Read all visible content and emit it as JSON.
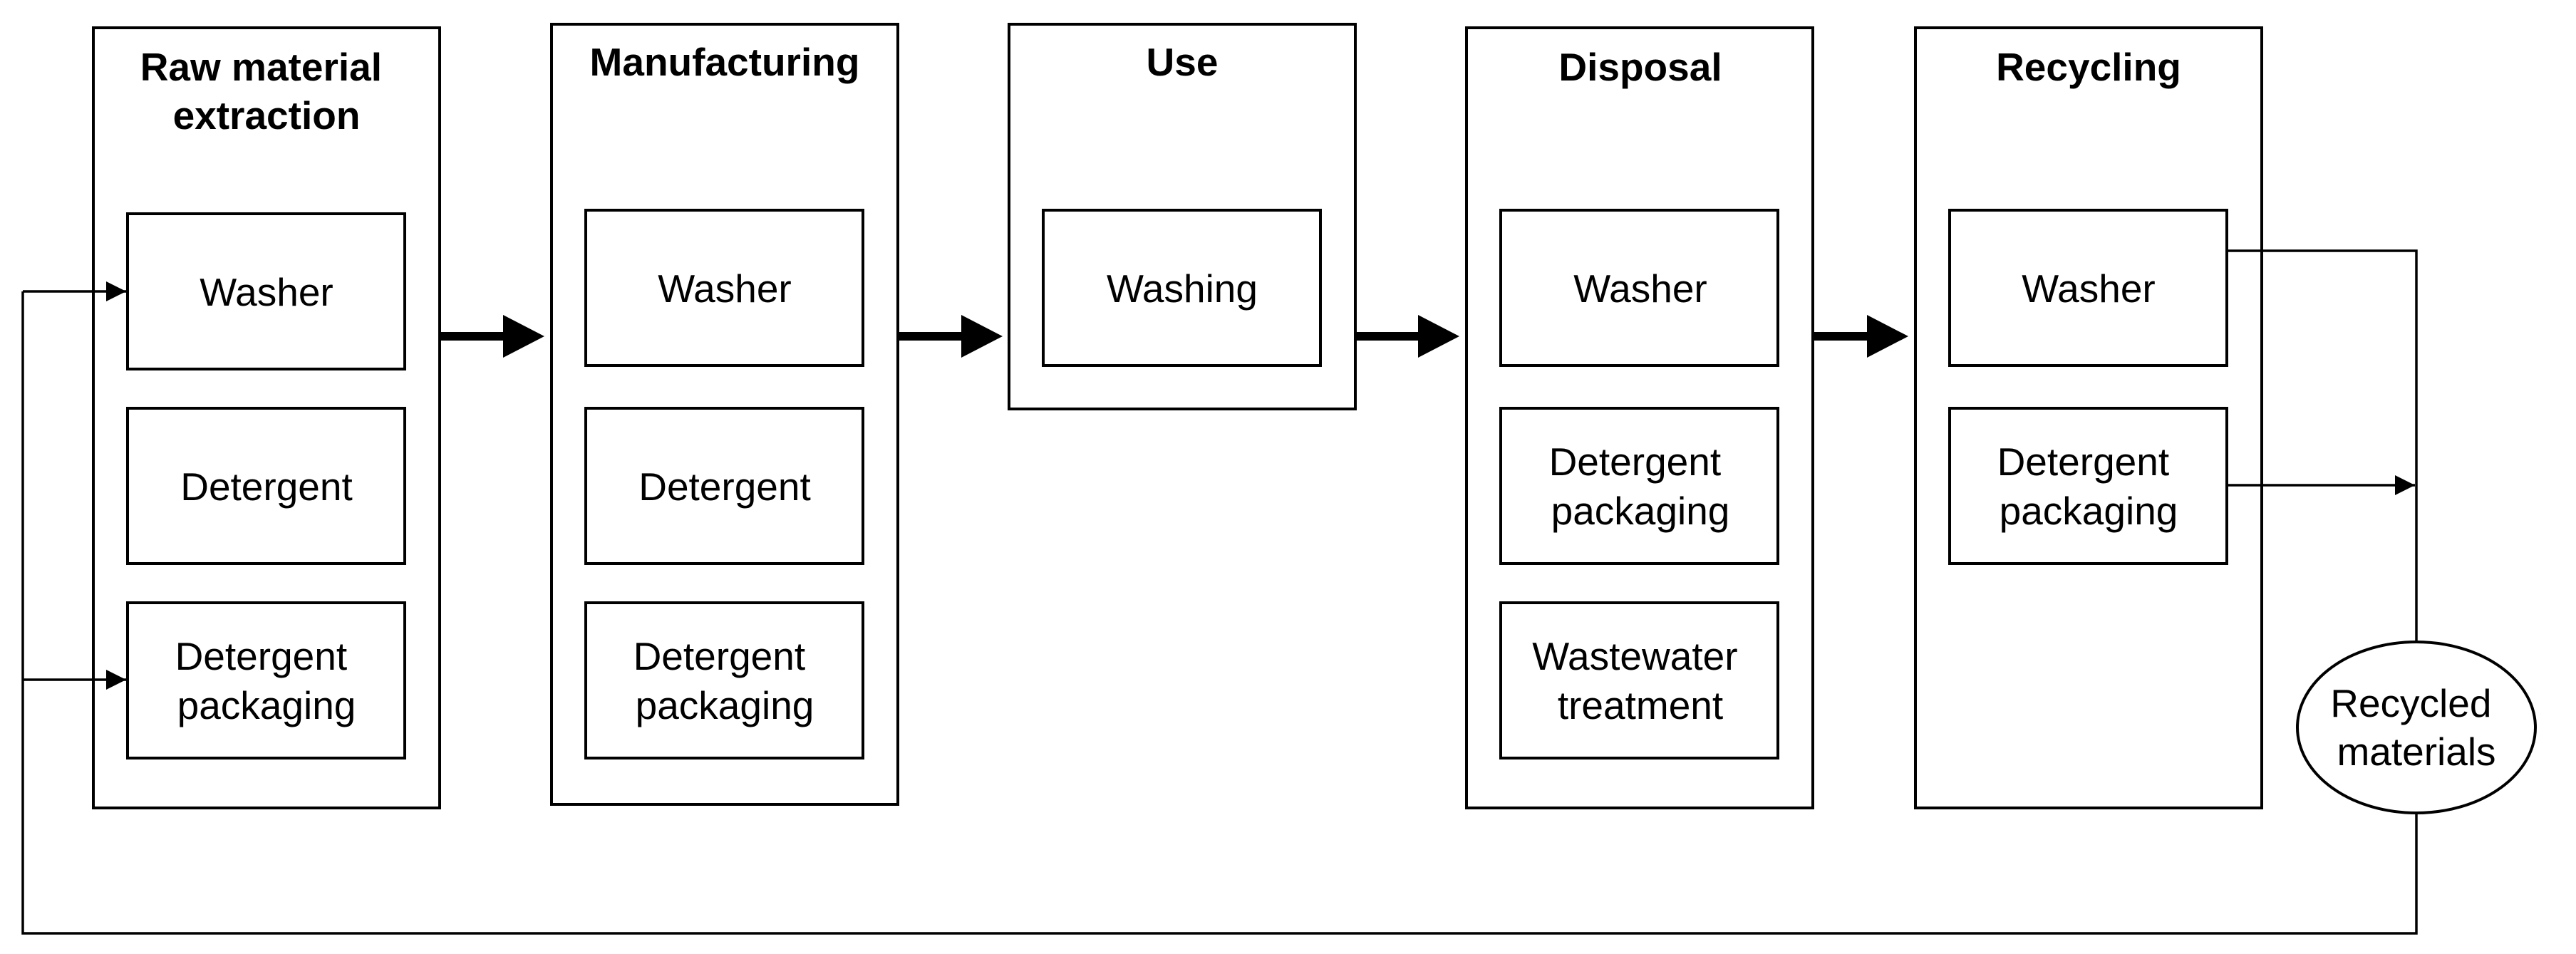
{
  "stages": [
    {
      "title_lines": [
        "Raw material",
        "extraction"
      ],
      "items": [
        [
          "Washer"
        ],
        [
          "Detergent"
        ],
        [
          "Detergent",
          "packaging"
        ]
      ]
    },
    {
      "title_lines": [
        "Manufacturing"
      ],
      "items": [
        [
          "Washer"
        ],
        [
          "Detergent"
        ],
        [
          "Detergent",
          "packaging"
        ]
      ]
    },
    {
      "title_lines": [
        "Use"
      ],
      "items": [
        [
          "Washing"
        ]
      ]
    },
    {
      "title_lines": [
        "Disposal"
      ],
      "items": [
        [
          "Washer"
        ],
        [
          "Detergent",
          "packaging"
        ],
        [
          "Wastewater",
          "treatment"
        ]
      ]
    },
    {
      "title_lines": [
        "Recycling"
      ],
      "items": [
        [
          "Washer"
        ],
        [
          "Detergent",
          "packaging"
        ]
      ]
    }
  ],
  "recycled": {
    "lines": [
      "Recycled",
      "materials"
    ]
  },
  "colors": {
    "stroke": "#000000",
    "fill": "#ffffff"
  }
}
